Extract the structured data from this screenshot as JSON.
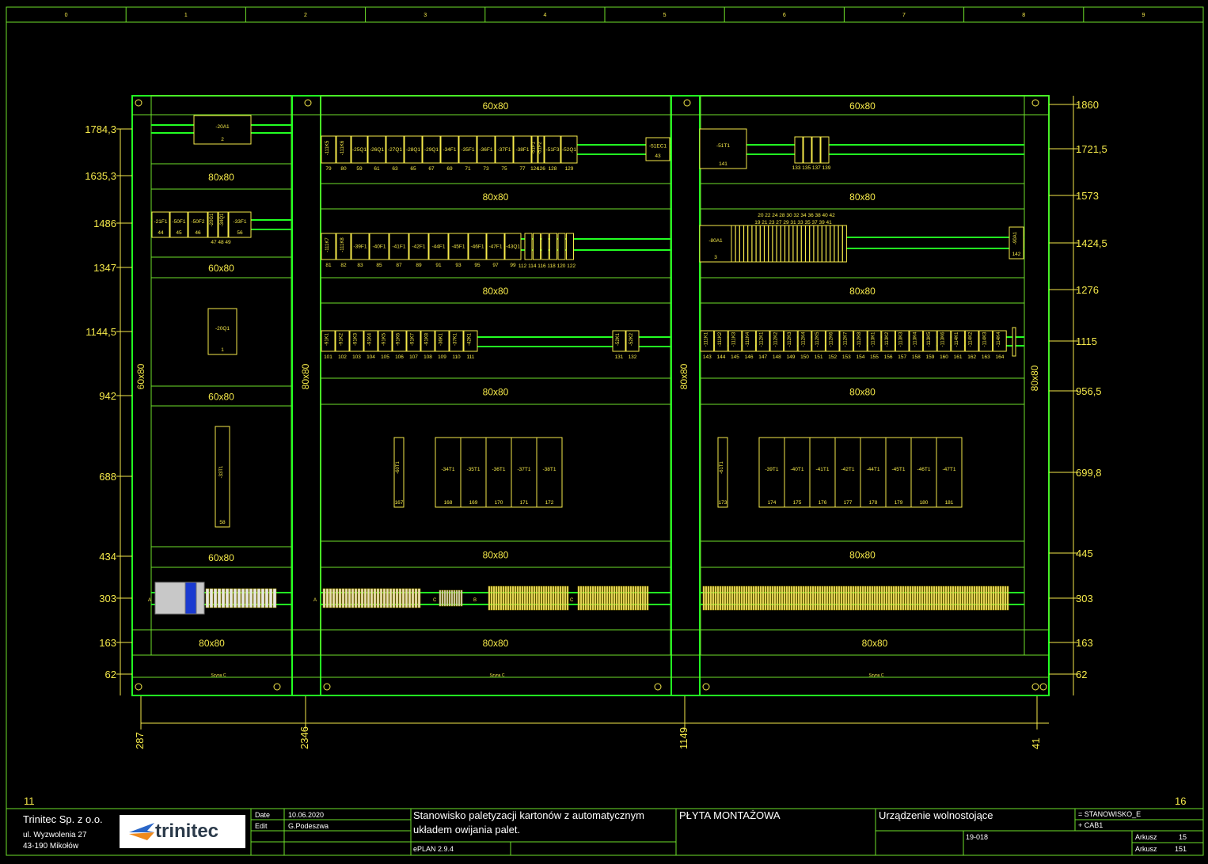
{
  "columns": [
    "0",
    "1",
    "2",
    "3",
    "4",
    "5",
    "6",
    "7",
    "8",
    "9"
  ],
  "page_left": "11",
  "page_right": "16",
  "dims_left": [
    "1784,3",
    "1635,3",
    "1486",
    "1347",
    "1144,5",
    "942",
    "688",
    "434",
    "303",
    "163",
    "62"
  ],
  "dims_right": [
    "1860",
    "1721,5",
    "1573",
    "1424,5",
    "1276",
    "1115",
    "956,5",
    "699,8",
    "445",
    "303",
    "163",
    "62"
  ],
  "dims_bottom": [
    "287",
    "2346",
    "1149",
    "41"
  ],
  "ducts": {
    "d6080": "60x80",
    "d8080": "80x80",
    "rail": "Szyna C"
  },
  "devices": {
    "a20a1": [
      "-20A1",
      "2"
    ],
    "a20q1": [
      "-20Q1",
      "1"
    ],
    "a33t1": [
      "-33T1",
      "58"
    ],
    "a51ec1": [
      "-51EC1",
      "43"
    ],
    "a51t1": [
      "-51T1",
      "141"
    ],
    "a80a1": [
      "-80A1",
      "3"
    ],
    "a90a1": [
      "-90A1",
      "142"
    ],
    "a60t1": [
      "-60T1",
      "167"
    ],
    "a61t1": [
      "-61T1",
      "173"
    ]
  },
  "row_top_left": [
    [
      "-21F1",
      "44"
    ],
    [
      "-50F1",
      "45"
    ],
    [
      "-50F2",
      "46"
    ],
    [
      "-20G1",
      ""
    ],
    [
      "-34Q1",
      ""
    ],
    [
      "-33F1",
      "56"
    ]
  ],
  "row_top_left_nums": "47 48 49",
  "row1": [
    [
      "-111K5",
      "79"
    ],
    [
      "-111K6",
      "80"
    ],
    [
      "-25Q1",
      "59"
    ],
    [
      "-26Q1",
      "61"
    ],
    [
      "-27Q1",
      "63"
    ],
    [
      "-28Q1",
      "65"
    ],
    [
      "-29Q1",
      "67"
    ],
    [
      "-34F1",
      "69"
    ],
    [
      "-35F1",
      "71"
    ],
    [
      "-36F1",
      "73"
    ],
    [
      "-37F1",
      "75"
    ],
    [
      "-38F1",
      "77"
    ],
    [
      "-51F1",
      "124"
    ],
    [
      "-51F2",
      "126"
    ],
    [
      "-51F3",
      "128"
    ],
    [
      "-52Q1",
      "129"
    ]
  ],
  "row2": [
    [
      "-111K7",
      "81"
    ],
    [
      "-111K8",
      "82"
    ],
    [
      "-39F1",
      "83"
    ],
    [
      "-40F1",
      "85"
    ],
    [
      "-41F1",
      "87"
    ],
    [
      "-42F1",
      "89"
    ],
    [
      "-44F1",
      "91"
    ],
    [
      "-45F1",
      "93"
    ],
    [
      "-46F1",
      "95"
    ],
    [
      "-47F1",
      "97"
    ],
    [
      "-43Q1",
      "99"
    ]
  ],
  "row2_tail": "112 114 116 118 120 122",
  "row3": [
    [
      "-91K1",
      "101"
    ],
    [
      "-91K2",
      "102"
    ],
    [
      "-91K3",
      "103"
    ],
    [
      "-91K4",
      "104"
    ],
    [
      "-91K5",
      "105"
    ],
    [
      "-91K6",
      "106"
    ],
    [
      "-91K7",
      "107"
    ],
    [
      "-91K8",
      "108"
    ],
    [
      "-36K1",
      "109"
    ],
    [
      "-37K1",
      "110"
    ],
    [
      "-42K1",
      "111"
    ]
  ],
  "row3_extra": [
    [
      "-52K1",
      "131"
    ],
    [
      "-52K2",
      "132"
    ]
  ],
  "row_right3": [
    [
      "-111K1",
      "143"
    ],
    [
      "-111K2",
      "144"
    ],
    [
      "-111K3",
      "145"
    ],
    [
      "-111K4",
      "146"
    ],
    [
      "-112K1",
      "147"
    ],
    [
      "-112K2",
      "148"
    ],
    [
      "-112K3",
      "149"
    ],
    [
      "-112K4",
      "150"
    ],
    [
      "-112K5",
      "151"
    ],
    [
      "-112K6",
      "152"
    ],
    [
      "-112K7",
      "153"
    ],
    [
      "-112K8",
      "154"
    ],
    [
      "-113K1",
      "155"
    ],
    [
      "-113K2",
      "156"
    ],
    [
      "-113K3",
      "157"
    ],
    [
      "-113K4",
      "158"
    ],
    [
      "-113K5",
      "159"
    ],
    [
      "-113K6",
      "160"
    ],
    [
      "-114K1",
      "161"
    ],
    [
      "-114K2",
      "162"
    ],
    [
      "-114K3",
      "163"
    ],
    [
      "-114K4",
      "164"
    ]
  ],
  "row_right1_nums": "133 135 137 139",
  "row_right2_top": "20 22 24 28 30 32 34 36 38 40 42",
  "row_right2_top2": "19 21 23 27 29 31 33 35 37 39 41",
  "trafo_mid": [
    [
      "-34T1",
      "168"
    ],
    [
      "-35T1",
      "169"
    ],
    [
      "-36T1",
      "170"
    ],
    [
      "-37T1",
      "171"
    ],
    [
      "-38T1",
      "172"
    ]
  ],
  "trafo_right": [
    [
      "-39T1",
      "174"
    ],
    [
      "-40T1",
      "175"
    ],
    [
      "-41T1",
      "176"
    ],
    [
      "-42T1",
      "177"
    ],
    [
      "-44T1",
      "178"
    ],
    [
      "-45T1",
      "179"
    ],
    [
      "-46T1",
      "180"
    ],
    [
      "-47T1",
      "181"
    ]
  ],
  "title_block": {
    "company": "Trinitec Sp. z o.o.",
    "street": "ul. Wyzwolenia 27",
    "city": "43-190 Mikołów",
    "logo": "trinitec",
    "date_label": "Date",
    "date_value": "10.06.2020",
    "edit_label": "Edit",
    "edit_value": "G.Podeszwa",
    "project_line1": "Stanowisko paletyzacji kartonów z automatycznym",
    "project_line2": "układem owijania palet.",
    "software": "ePLAN  2.9.4",
    "page_title": "PŁYTA MONTAŻOWA",
    "device": "Urządzenie wolnostojące",
    "station": "= STANOWISKO_E",
    "cabinet": "+ CAB1",
    "doc_no": "19-018",
    "sheet_label": "Arkusz",
    "sheet_value": "15",
    "sheets_label": "Arkusz",
    "sheets_value": "151"
  }
}
